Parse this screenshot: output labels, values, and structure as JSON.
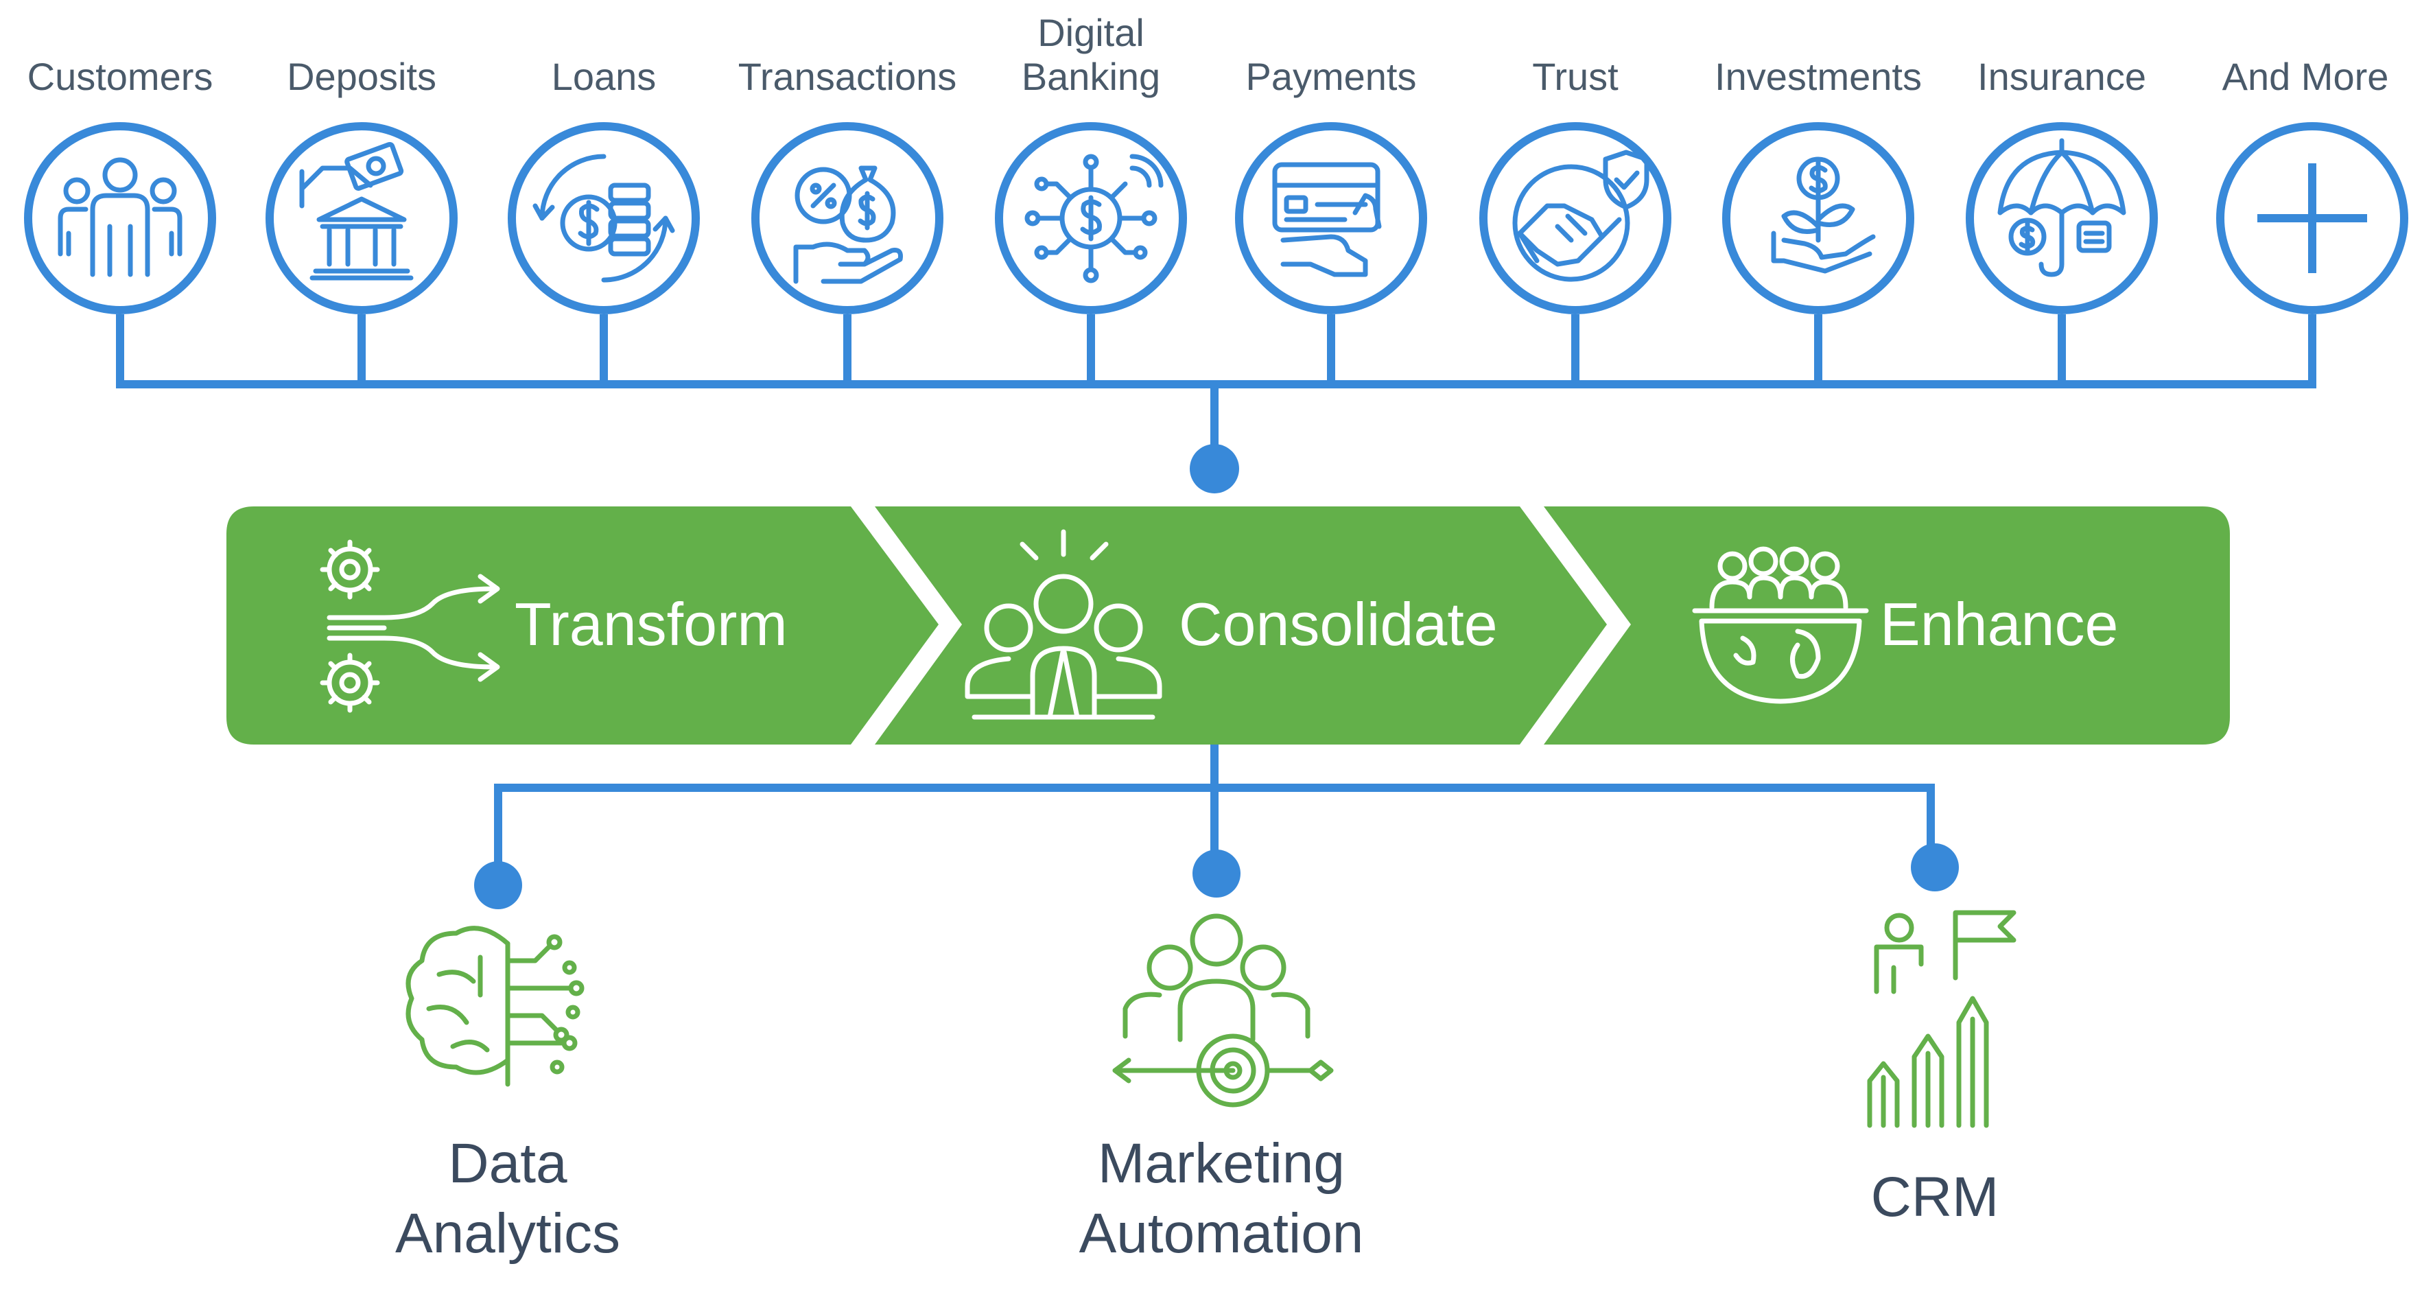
{
  "colors": {
    "blue": "#3889d9",
    "green": "#63b04a",
    "white": "#ffffff",
    "text": "#4a5a6a",
    "outText": "#3b4a5e"
  },
  "sources": [
    {
      "label": "Customers",
      "icon": "customers-icon"
    },
    {
      "label": "Deposits",
      "icon": "deposits-icon"
    },
    {
      "label": "Loans",
      "icon": "loans-icon"
    },
    {
      "label": "Transactions",
      "icon": "transactions-icon"
    },
    {
      "label": "Digital\nBanking",
      "icon": "digital-banking-icon"
    },
    {
      "label": "Payments",
      "icon": "payments-icon"
    },
    {
      "label": "Trust",
      "icon": "trust-icon"
    },
    {
      "label": "Investments",
      "icon": "investments-icon"
    },
    {
      "label": "Insurance",
      "icon": "insurance-icon"
    },
    {
      "label": "And More",
      "icon": "plus-icon"
    }
  ],
  "stages": [
    {
      "label": "Transform",
      "icon": "transform-icon"
    },
    {
      "label": "Consolidate",
      "icon": "consolidate-icon"
    },
    {
      "label": "Enhance",
      "icon": "enhance-icon"
    }
  ],
  "outputs": [
    {
      "label": "Data\nAnalytics",
      "icon": "brain-icon"
    },
    {
      "label": "Marketing\nAutomation",
      "icon": "target-team-icon"
    },
    {
      "label": "CRM",
      "icon": "growth-flag-icon"
    }
  ]
}
